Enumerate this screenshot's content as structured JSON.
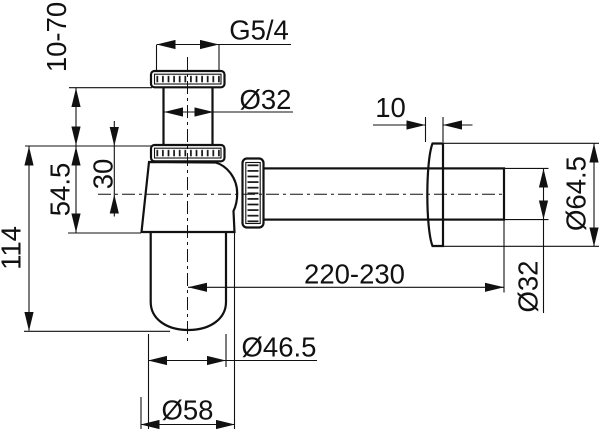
{
  "drawing": {
    "kind": "technical-dimension-drawing",
    "subject": "bottle-trap-siphon-side-view"
  },
  "colors": {
    "line": "#111111",
    "background": "#ffffff"
  },
  "labels": {
    "inlet_adjust_range": "10-70",
    "thread_size": "G5/4",
    "inlet_pipe_diameter": "Ø32",
    "flange_offset": "10",
    "inlet_to_axis": "30",
    "inlet_to_body": "54.5",
    "inlet_to_cup_bottom": "114",
    "flange_diameter": "Ø64.5",
    "outlet_length_range": "220-230",
    "outlet_pipe_diameter": "Ø32",
    "cup_diameter": "Ø46.5",
    "body_diameter": "Ø58"
  }
}
